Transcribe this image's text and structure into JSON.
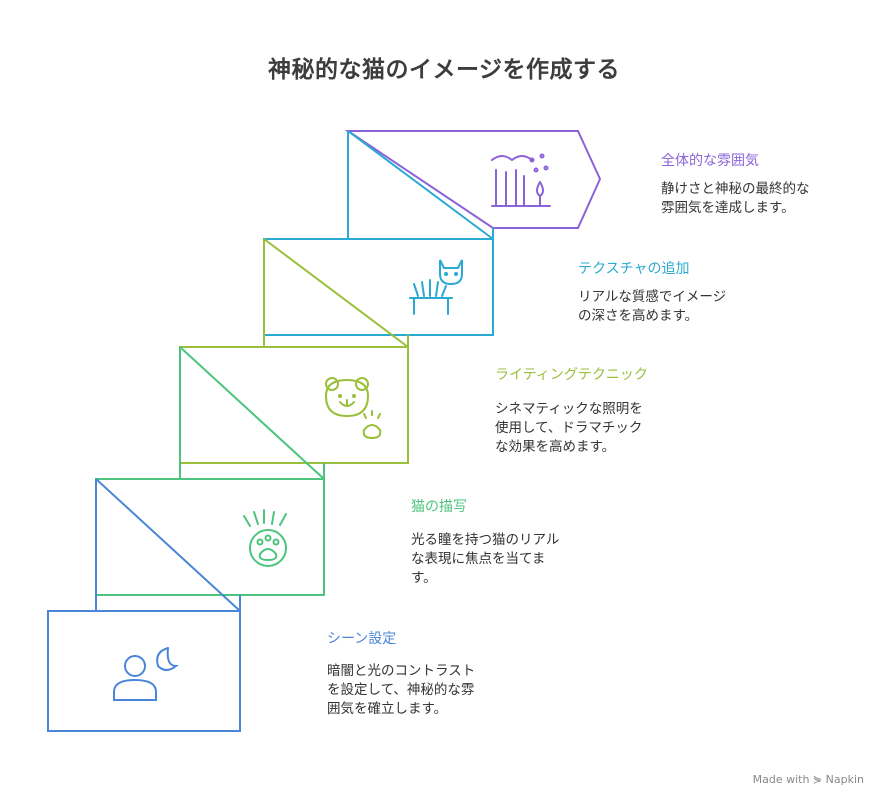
{
  "title": "神秘的な猫のイメージを作成する",
  "steps": [
    {
      "title": "全体的な雰囲気",
      "desc_lines": [
        "静けさと神秘の最終的な",
        "雰囲気を達成します。"
      ],
      "color": "#8b63d8",
      "icon": "city-rain-icon"
    },
    {
      "title": "テクスチャの追加",
      "desc_lines": [
        "リアルな質感でイメージ",
        "の深さを高めます。"
      ],
      "color": "#2aa9d2",
      "icon": "cat-basket-icon"
    },
    {
      "title": "ライティングテクニック",
      "desc_lines": [
        "シネマティックな照明を",
        "使用して、ドラマチック",
        "な効果を高めます。"
      ],
      "color": "#9abf3a",
      "icon": "bear-paw-icon"
    },
    {
      "title": "猫の描写",
      "desc_lines": [
        "光る瞳を持つ猫のリアル",
        "な表現に焦点を当てま",
        "す。"
      ],
      "color": "#4cc47e",
      "icon": "glowing-paw-icon"
    },
    {
      "title": "シーン設定",
      "desc_lines": [
        "暗闇と光のコントラスト",
        "を設定して、神秘的な雰",
        "囲気を確立します。"
      ],
      "color": "#4a86d8",
      "icon": "person-moon-icon"
    }
  ],
  "footer": "Made with ⋟ Napkin"
}
